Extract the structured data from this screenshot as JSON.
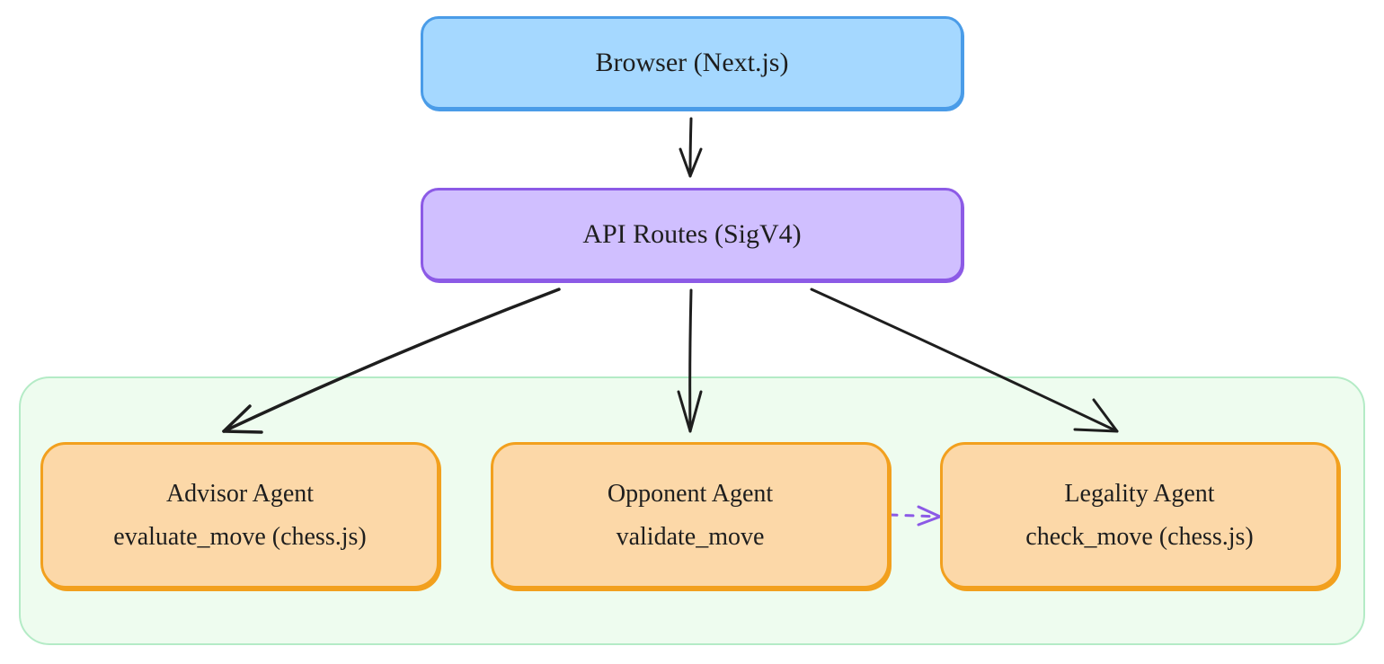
{
  "diagram": {
    "nodes": {
      "browser": {
        "label": "Browser (Next.js)"
      },
      "api": {
        "label": "API Routes (SigV4)"
      },
      "advisor": {
        "title": "Advisor Agent",
        "tool": "evaluate_move (chess.js)"
      },
      "opponent": {
        "title": "Opponent Agent",
        "tool": "validate_move"
      },
      "legality": {
        "title": "Legality Agent",
        "tool": "check_move (chess.js)"
      }
    },
    "edges": [
      {
        "from": "browser",
        "to": "api",
        "style": "solid"
      },
      {
        "from": "api",
        "to": "advisor",
        "style": "solid"
      },
      {
        "from": "api",
        "to": "opponent",
        "style": "solid"
      },
      {
        "from": "api",
        "to": "legality",
        "style": "solid"
      },
      {
        "from": "opponent",
        "to": "legality",
        "style": "dashed"
      }
    ],
    "colors": {
      "browser_fill": "#a5d8ff",
      "browser_stroke": "#4a9ce8",
      "api_fill": "#d0bfff",
      "api_stroke": "#8c5ae6",
      "agent_fill": "#fcd8a8",
      "agent_stroke": "#f2a01e",
      "group_fill": "#eefcef",
      "group_stroke": "#b4ebc6",
      "arrow": "#1e1e1e",
      "dashed_arrow": "#8c5ae6"
    }
  }
}
